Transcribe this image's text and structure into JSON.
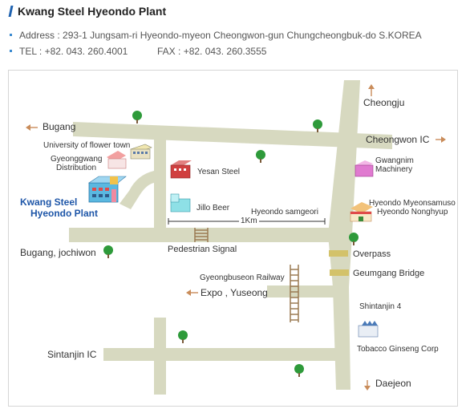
{
  "header": {
    "title": "Kwang Steel Hyeondo Plant",
    "address_label": "Address :",
    "address": "293-1 Jungsam-ri Hyeondo-myeon Cheongwon-gun Chungcheongbuk-do S.KOREA",
    "tel_label": "TEL :",
    "tel": "+82. 043. 260.4001",
    "fax_label": "FAX :",
    "fax": "+82. 043. 260.3555"
  },
  "map": {
    "colors": {
      "road": "#d7d9c0",
      "accent": "#1e56a8",
      "arrow": "#c98c5a",
      "tree": "#2e9a3a"
    },
    "labels": {
      "cheongju": "Cheongju",
      "bugang": "Bugang",
      "cheongwon_ic": "Cheongwon IC",
      "university": "University of flower town",
      "gyeonggwang_1": "Gyeonggwang",
      "gyeonggwang_2": "Distribution",
      "yesan_steel": "Yesan Steel",
      "gwangnim_1": "Gwangnim",
      "gwangnim_2": "Machinery",
      "kwang_steel_1": "Kwang Steel",
      "kwang_steel_2": "Hyeondo Plant",
      "jillo_beer": "Jillo Beer",
      "hyeondo_samgeori": "Hyeondo samgeori",
      "myeonsamuso": "Hyeondo Myeonsamuso",
      "nonghyup": "Hyeondo Nonghyup",
      "distance": "1Km",
      "bugang_jochiwon": "Bugang, jochiwon",
      "pedestrian_signal": "Pedestrian Signal",
      "overpass": "Overpass",
      "geumgang_bridge": "Geumgang Bridge",
      "railway": "Gyeongbuseon Railway",
      "expo": "Expo , Yuseong",
      "shintanjin4": "Shintanjin 4",
      "sintanjin_ic": "Sintanjin IC",
      "tobacco": "Tobacco Ginseng Corp",
      "daejeon": "Daejeon"
    }
  }
}
